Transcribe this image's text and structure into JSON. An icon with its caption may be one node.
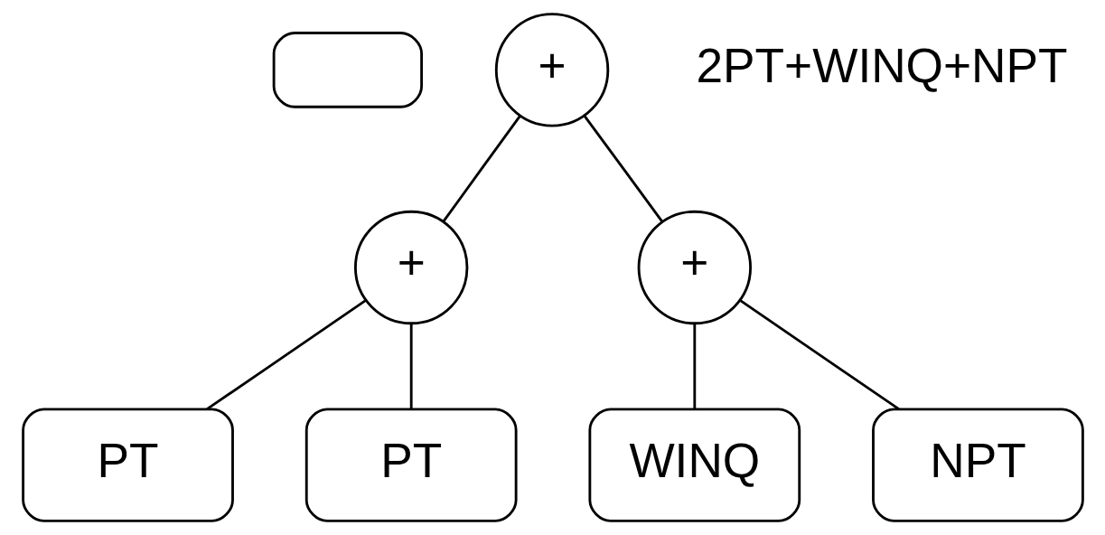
{
  "diagram": {
    "nodes": [
      {
        "text": [],
        "shape": "box"
      },
      {
        "text": [
          "+"
        ]
      },
      {
        "text": [
          "+"
        ]
      },
      {
        "text": [
          "+"
        ]
      },
      {
        "text": [
          "PT"
        ]
      },
      {
        "text": [
          "PT"
        ]
      },
      {
        "text": [
          "WINQ"
        ]
      },
      {
        "text": [
          "NPT"
        ]
      }
    ],
    "edges": [
      {
        "from": 1,
        "to": 2,
        "arrow": "none"
      },
      {
        "from": 1,
        "to": 3,
        "arrow": "none"
      },
      {
        "from": 2,
        "to": 4,
        "arrow": "none"
      },
      {
        "from": 2,
        "to": 5,
        "arrow": "none"
      },
      {
        "from": 3,
        "to": 6,
        "arrow": "none"
      },
      {
        "from": 3,
        "to": 7,
        "arrow": "none"
      }
    ],
    "labels": [
      "2PT+WINQ+NPT"
    ]
  }
}
